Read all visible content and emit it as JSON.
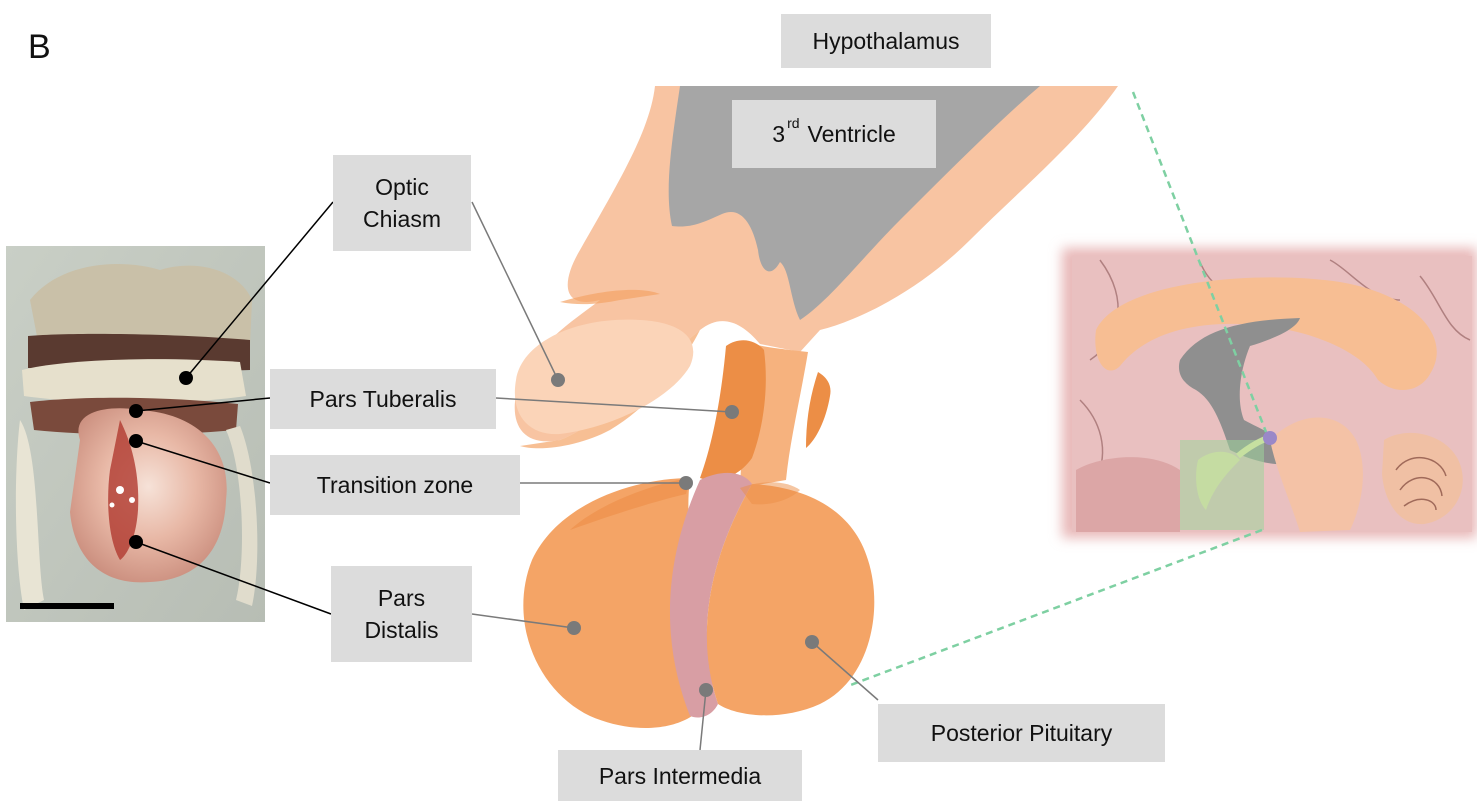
{
  "panel_letter": "B",
  "labels": {
    "hypothalamus": "Hypothalamus",
    "third_ventricle_number": "3",
    "third_ventricle_sup": "rd",
    "third_ventricle_word": "Ventricle",
    "optic_chiasm_line1": "Optic",
    "optic_chiasm_line2": "Chiasm",
    "pars_tuberalis": "Pars Tuberalis",
    "transition_zone": "Transition zone",
    "pars_distalis_line1": "Pars",
    "pars_distalis_line2": "Distalis",
    "posterior_pituitary": "Posterior Pituitary",
    "pars_intermedia": "Pars Intermedia"
  },
  "colors": {
    "hypothalamus_tissue": "#f8c4a2",
    "ventricle": "#a6a6a6",
    "gland": "#f4a466",
    "gland_dark": "#ec8e46",
    "intermedia": "#d89ea4",
    "brain_background": "#e8b8b8",
    "highlight_box": "#9ed49a",
    "dashed_line": "#7ed0a2",
    "label_box": "#dcdcdc"
  },
  "scale_bar_present": true
}
